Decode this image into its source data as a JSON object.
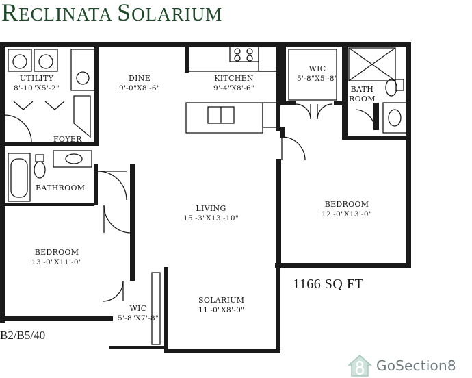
{
  "title": {
    "first_cap": "R",
    "first_rest": "ECLINATA ",
    "second_cap": "S",
    "second_rest": "OLARIUM"
  },
  "rooms": {
    "utility": {
      "name": "UTILITY",
      "dims": "8'-10\"X5'-2\""
    },
    "dine": {
      "name": "DINE",
      "dims": "9'-0\"X8'-6\""
    },
    "kitchen": {
      "name": "KITCHEN",
      "dims": "9'-4\"X8'-6\""
    },
    "wic_master": {
      "name": "WIC",
      "dims": "5'-8\"X5'-8\""
    },
    "bath_master": {
      "name": "BATH",
      "name2": "ROOM"
    },
    "foyer": {
      "name": "FOYER"
    },
    "bathroom": {
      "name": "BATHROOM"
    },
    "living": {
      "name": "LIVING",
      "dims": "15'-3\"X13'-10\""
    },
    "bedroom_right": {
      "name": "BEDROOM",
      "dims": "12'-0\"X13'-0\""
    },
    "bedroom_left": {
      "name": "BEDROOM",
      "dims": "13'-0\"X11'-0\""
    },
    "wic_second": {
      "name": "WIC",
      "dims": "5'-8\"X7'-8\""
    },
    "solarium": {
      "name": "SOLARIUM",
      "dims": "11'-0\"X8'-0\""
    }
  },
  "area_label": "1166 SQ FT",
  "unit_code": "B2/B5/40",
  "brand": {
    "name": "GoSection8",
    "color": "#6f7a7e",
    "icon": "house-8-logo-icon"
  },
  "colors": {
    "title": "#1f4a2a",
    "wall": "#1a1a1a"
  }
}
